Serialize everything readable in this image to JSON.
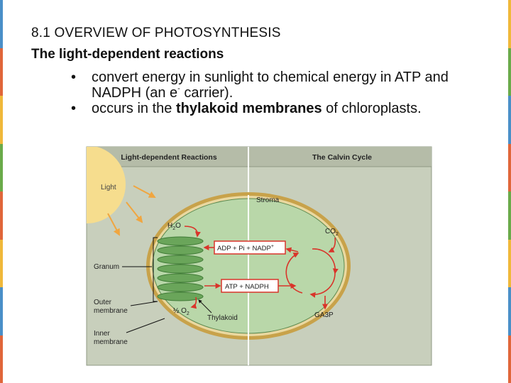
{
  "slide": {
    "title": "8.1 OVERVIEW OF PHOTOSYNTHESIS",
    "subtitle": "The light-dependent reactions",
    "bullets": [
      {
        "symbol": "•",
        "parts": {
          "a": "convert energy in sunlight to chemical energy in ATP and NADPH (an e",
          "sup": "-",
          "b": " carrier)."
        }
      },
      {
        "symbol": "•",
        "parts": {
          "a": "occurs in the ",
          "bold": "thylakoid membranes",
          "b": " of chloroplasts."
        }
      }
    ]
  },
  "diagram": {
    "header_left": "Light-dependent Reactions",
    "header_right": "The Calvin Cycle",
    "light": "Light",
    "stroma": "Stroma",
    "h2o": {
      "main": "H",
      "sub": "2",
      "end": "O"
    },
    "co2": {
      "main": "CO",
      "sub": "2"
    },
    "adp": "ADP + Pi + NADP",
    "adp_sup": "+",
    "atp": "ATP + NADPH",
    "granum": "Granum",
    "outer_membrane": [
      "Outer",
      "membrane"
    ],
    "inner_membrane": [
      "Inner",
      "membrane"
    ],
    "o2": {
      "main": "½ O",
      "sub": "2"
    },
    "thylakoid": "Thylakoid",
    "ga3p": "GA3P"
  },
  "colors": {
    "edge_left": [
      "#4a8fc8",
      "#e0663a",
      "#f0b83a",
      "#6aaa4a",
      "#e0663a",
      "#f0b83a",
      "#4a8fc8",
      "#e0663a"
    ],
    "edge_right": [
      "#f0b83a",
      "#6aaa4a",
      "#4a8fc8",
      "#e0663a",
      "#6aaa4a",
      "#f0b83a",
      "#4a8fc8",
      "#e0663a"
    ],
    "panel_bg": "#c8cfbc",
    "header_bg": "#b5bca8",
    "chloroplast_fill": "#b9d7a9",
    "outer_ring": "#c8a24a",
    "granum_green": "#6aa55a",
    "sun": "#f6dd8e",
    "arrow_red": "#d9342a"
  }
}
